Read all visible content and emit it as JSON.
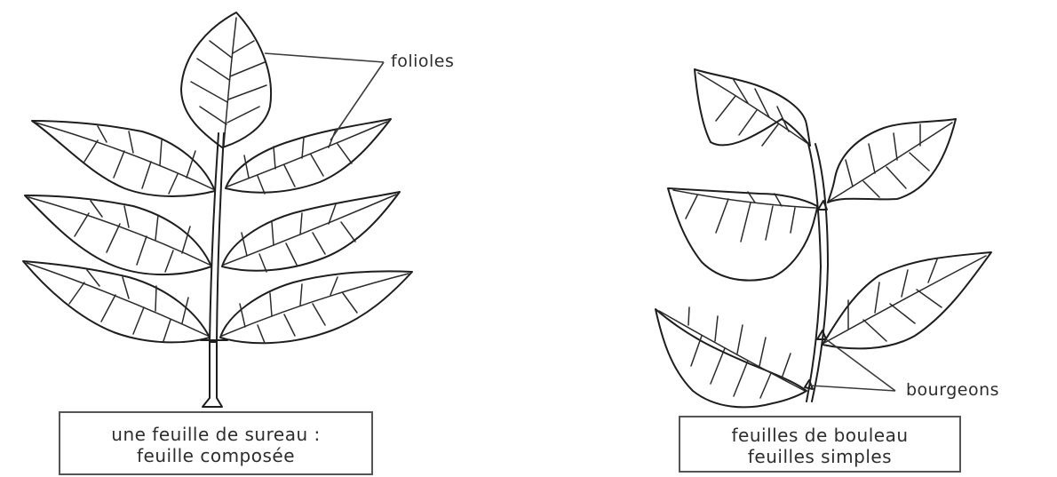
{
  "labels": {
    "leaflets": "folioles",
    "buds": "bourgeons"
  },
  "captions": {
    "elder": {
      "line1": "une feuille de sureau :",
      "line2": "feuille composée"
    },
    "birch": {
      "line1": "feuilles de bouleau",
      "line2": "feuilles simples"
    }
  }
}
